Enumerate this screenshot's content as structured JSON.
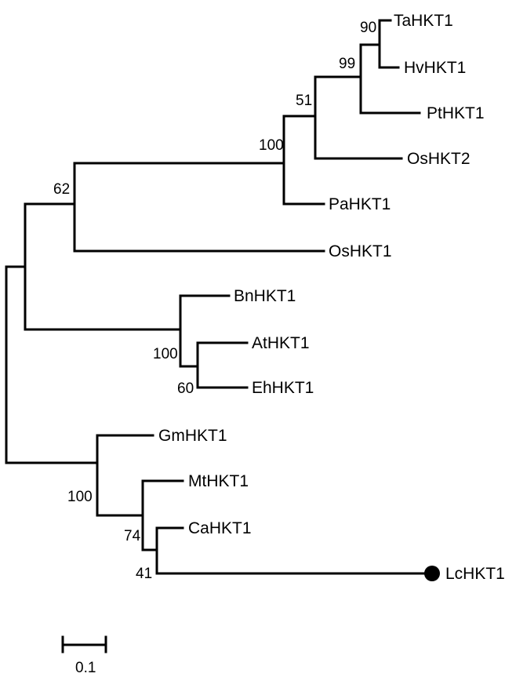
{
  "tree": {
    "taxa": {
      "tahkt1": "TaHKT1",
      "hvhkt1": "HvHKT1",
      "pthkt1": "PtHKT1",
      "oshkt2": "OsHKT2",
      "pahkt1": "PaHKT1",
      "oshkt1": "OsHKT1",
      "bnhkt1": "BnHKT1",
      "athkt1": "AtHKT1",
      "ehhkt1": "EhHKT1",
      "gmhkt1": "GmHKT1",
      "mthkt1": "MtHKT1",
      "cahkt1": "CaHKT1",
      "lchkt1": "LcHKT1"
    },
    "bootstrap": {
      "ta_hv": "90",
      "pt_group": "99",
      "os2_group": "51",
      "pa_group": "100",
      "monocot_clade": "62",
      "brassica_clade": "100",
      "at_eh": "60",
      "legume_clade": "100",
      "mt_group": "74",
      "ca_lc": "41"
    },
    "highlighted_taxon": "LcHKT1",
    "marker_color": "#000000",
    "scale_bar_label": "0.1"
  }
}
